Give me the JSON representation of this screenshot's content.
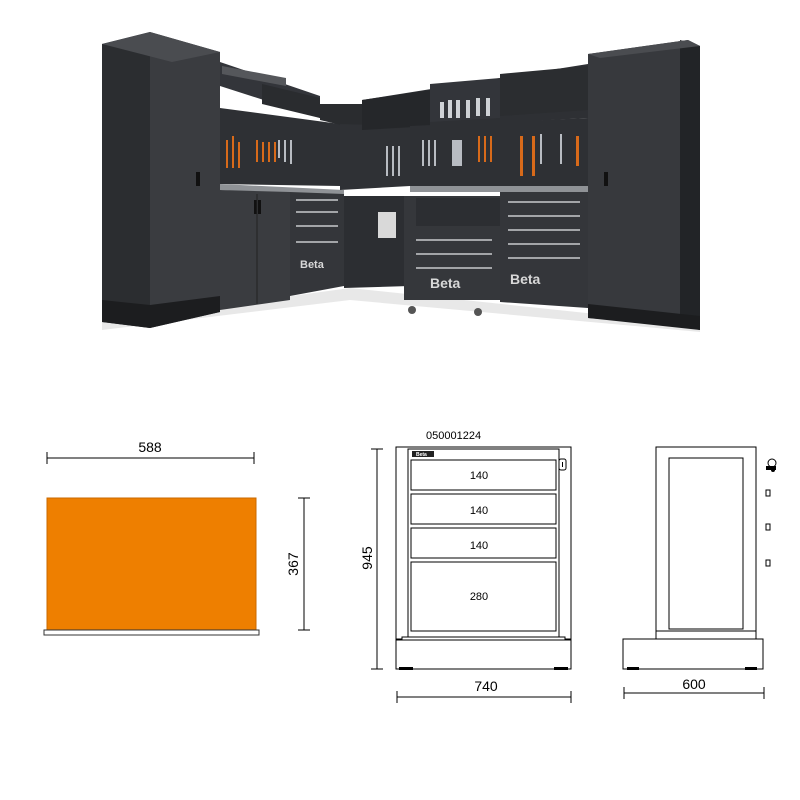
{
  "product_photo": {
    "brand_logo_text": "Beta"
  },
  "insert_panel": {
    "width_label": "588",
    "height_label": "367",
    "panel_color": "#ee7f00"
  },
  "front_view": {
    "code": "050001224",
    "height_label": "945",
    "width_label": "740",
    "drawer_labels": [
      "140",
      "140",
      "140",
      "280"
    ],
    "logo_text": "Beta"
  },
  "side_view": {
    "width_label": "600"
  }
}
